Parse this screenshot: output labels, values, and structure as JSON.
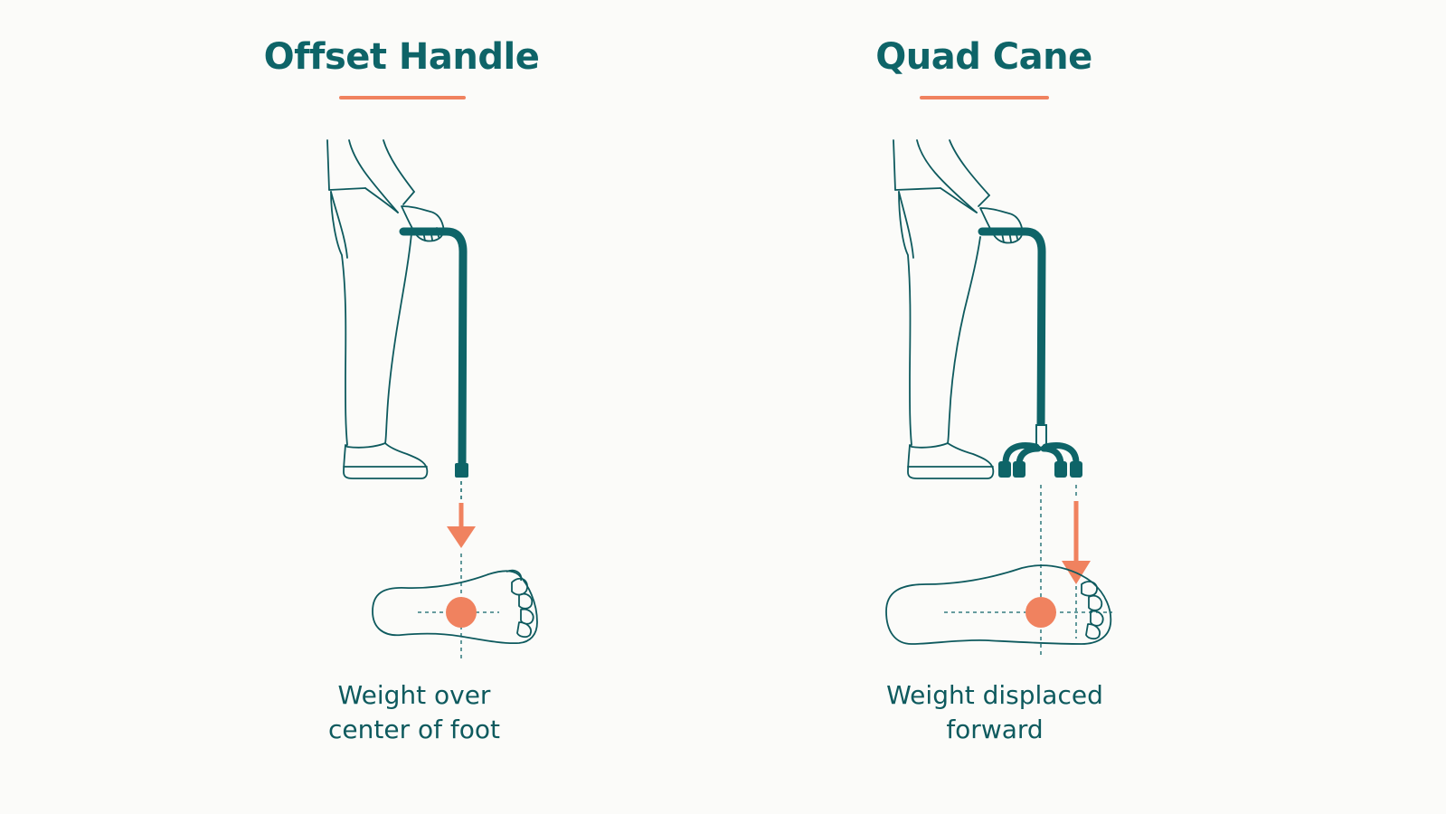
{
  "colors": {
    "teal": "#0e6468",
    "accent": "#f0825f",
    "outline": "#0e5a5e",
    "background": "#fbfbf9"
  },
  "panels": [
    {
      "title": "Offset Handle",
      "caption_lines": [
        "Weight over",
        "center of foot"
      ],
      "cane_type": "single-tip offset cane",
      "weight_position": "center of foot"
    },
    {
      "title": "Quad Cane",
      "caption_lines": [
        "Weight displaced",
        "forward"
      ],
      "cane_type": "four-foot quad cane",
      "weight_position": "forward (toes)"
    }
  ],
  "icons": {
    "figure": "standing-person-legs-icon",
    "arrow": "down-arrow-icon",
    "foot": "foot-outline-icon",
    "weight_point": "center-of-pressure-icon"
  }
}
